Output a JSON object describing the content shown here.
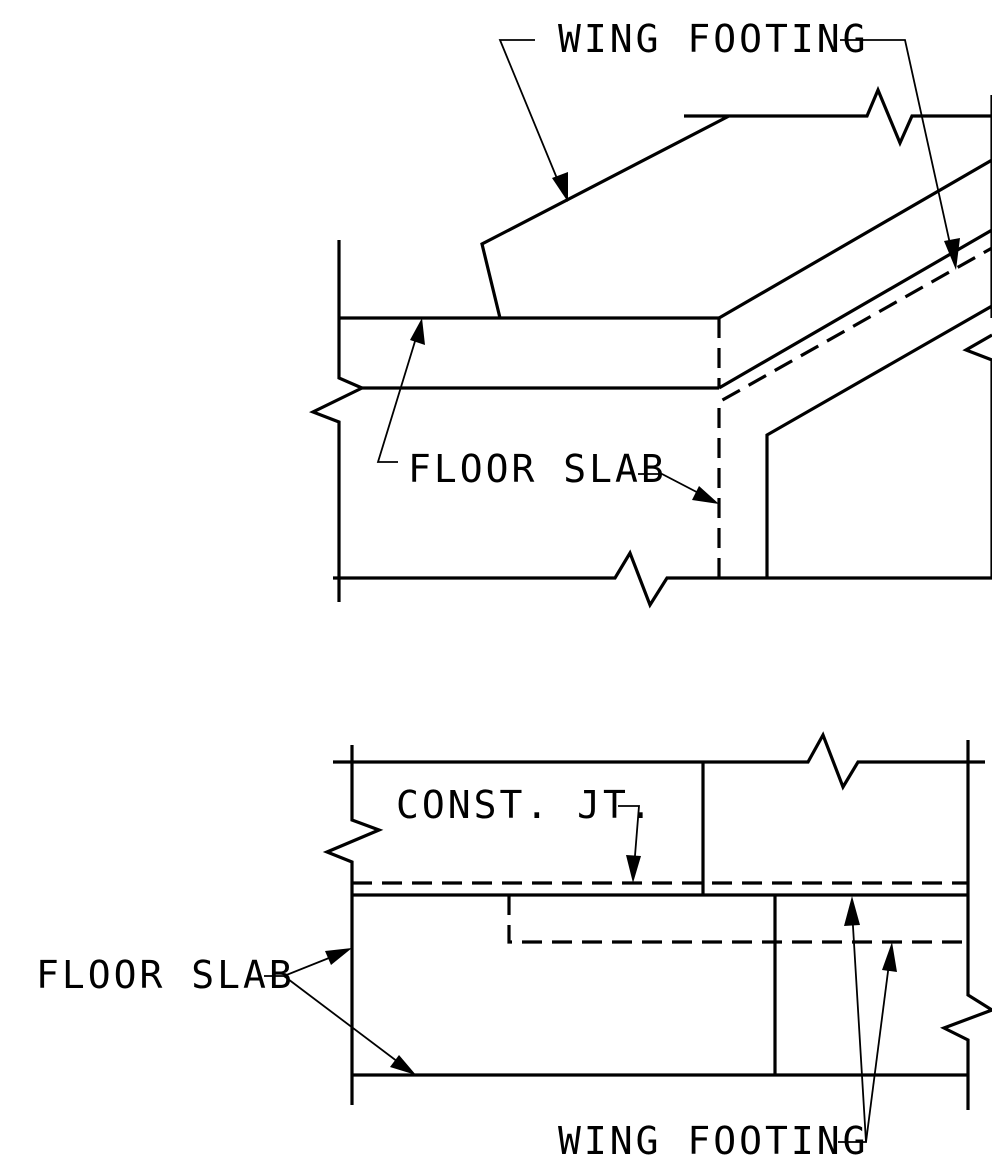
{
  "view_top": {
    "label_wing_footing": "WING FOOTING",
    "label_floor_slab": "FLOOR SLAB"
  },
  "view_bottom": {
    "label_const_jt": "CONST. JT.",
    "label_floor_slab": "FLOOR SLAB",
    "label_wing_footing": "WING FOOTING"
  },
  "colors": {
    "line": "#000000",
    "background": "#ffffff"
  }
}
